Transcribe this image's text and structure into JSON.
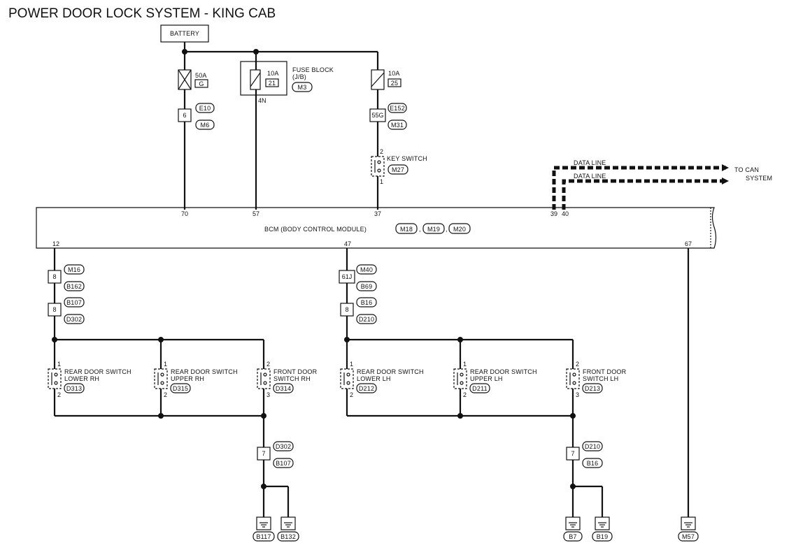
{
  "title": "POWER DOOR LOCK SYSTEM - KING CAB",
  "battery": "BATTERY",
  "fuse1": {
    "amp": "50A",
    "id": "G"
  },
  "fuse2": {
    "amp": "10A",
    "id": "21",
    "name_line1": "FUSE BLOCK",
    "name_line2": "(J/B)",
    "connector": "M3",
    "pin": "4N"
  },
  "fuse3": {
    "amp": "10A",
    "id": "25"
  },
  "conn_e10": {
    "pin": "6",
    "top": "E10",
    "bottom": "M6"
  },
  "conn_e152": {
    "pin": "55G",
    "top": "E152",
    "bottom": "M31"
  },
  "key_switch": {
    "label": "KEY SWITCH",
    "connector": "M27",
    "pin_top": "2",
    "pin_bottom": "1"
  },
  "data_line": {
    "label1": "DATA LINE",
    "label2": "DATA LINE",
    "dest1": "TO CAN",
    "dest2": "SYSTEM"
  },
  "bcm": {
    "label": "BCM (BODY CONTROL MODULE)",
    "connectors": [
      "M18",
      "M19",
      "M20"
    ],
    "separator": ",",
    "top_pins": [
      "70",
      "57",
      "37",
      "39",
      "40"
    ],
    "bottom_pins": [
      "12",
      "47",
      "67"
    ]
  },
  "rh_conn1": {
    "pin": "8",
    "top": "M16",
    "bottom": "B162"
  },
  "rh_conn2": {
    "pin": "8",
    "top": "B107",
    "bottom": "D302"
  },
  "lh_conn1": {
    "pin": "61J",
    "top": "M40",
    "bottom": "B69"
  },
  "lh_conn2": {
    "pin": "8",
    "top": "B16",
    "bottom": "D210"
  },
  "switches": [
    {
      "line1": "REAR DOOR SWITCH",
      "line2": "LOWER RH",
      "connector": "D313",
      "pin_top": "1",
      "pin_bottom": "2"
    },
    {
      "line1": "REAR DOOR SWITCH",
      "line2": "UPPER RH",
      "connector": "D315",
      "pin_top": "1",
      "pin_bottom": "2"
    },
    {
      "line1": "FRONT DOOR",
      "line2": "SWITCH RH",
      "connector": "D314",
      "pin_top": "2",
      "pin_bottom": "3"
    },
    {
      "line1": "REAR DOOR SWITCH",
      "line2": "LOWER LH",
      "connector": "D212",
      "pin_top": "1",
      "pin_bottom": "2"
    },
    {
      "line1": "REAR DOOR SWITCH",
      "line2": "UPPER LH",
      "connector": "D211",
      "pin_top": "1",
      "pin_bottom": "2"
    },
    {
      "line1": "FRONT DOOR",
      "line2": "SWITCH LH",
      "connector": "D213",
      "pin_top": "2",
      "pin_bottom": "3"
    }
  ],
  "rh_gnd_conn": {
    "pin": "7",
    "top": "D302",
    "bottom": "B107"
  },
  "lh_gnd_conn": {
    "pin": "7",
    "top": "D210",
    "bottom": "B16"
  },
  "grounds": [
    "B117",
    "B132",
    "B7",
    "B19",
    "M57"
  ]
}
